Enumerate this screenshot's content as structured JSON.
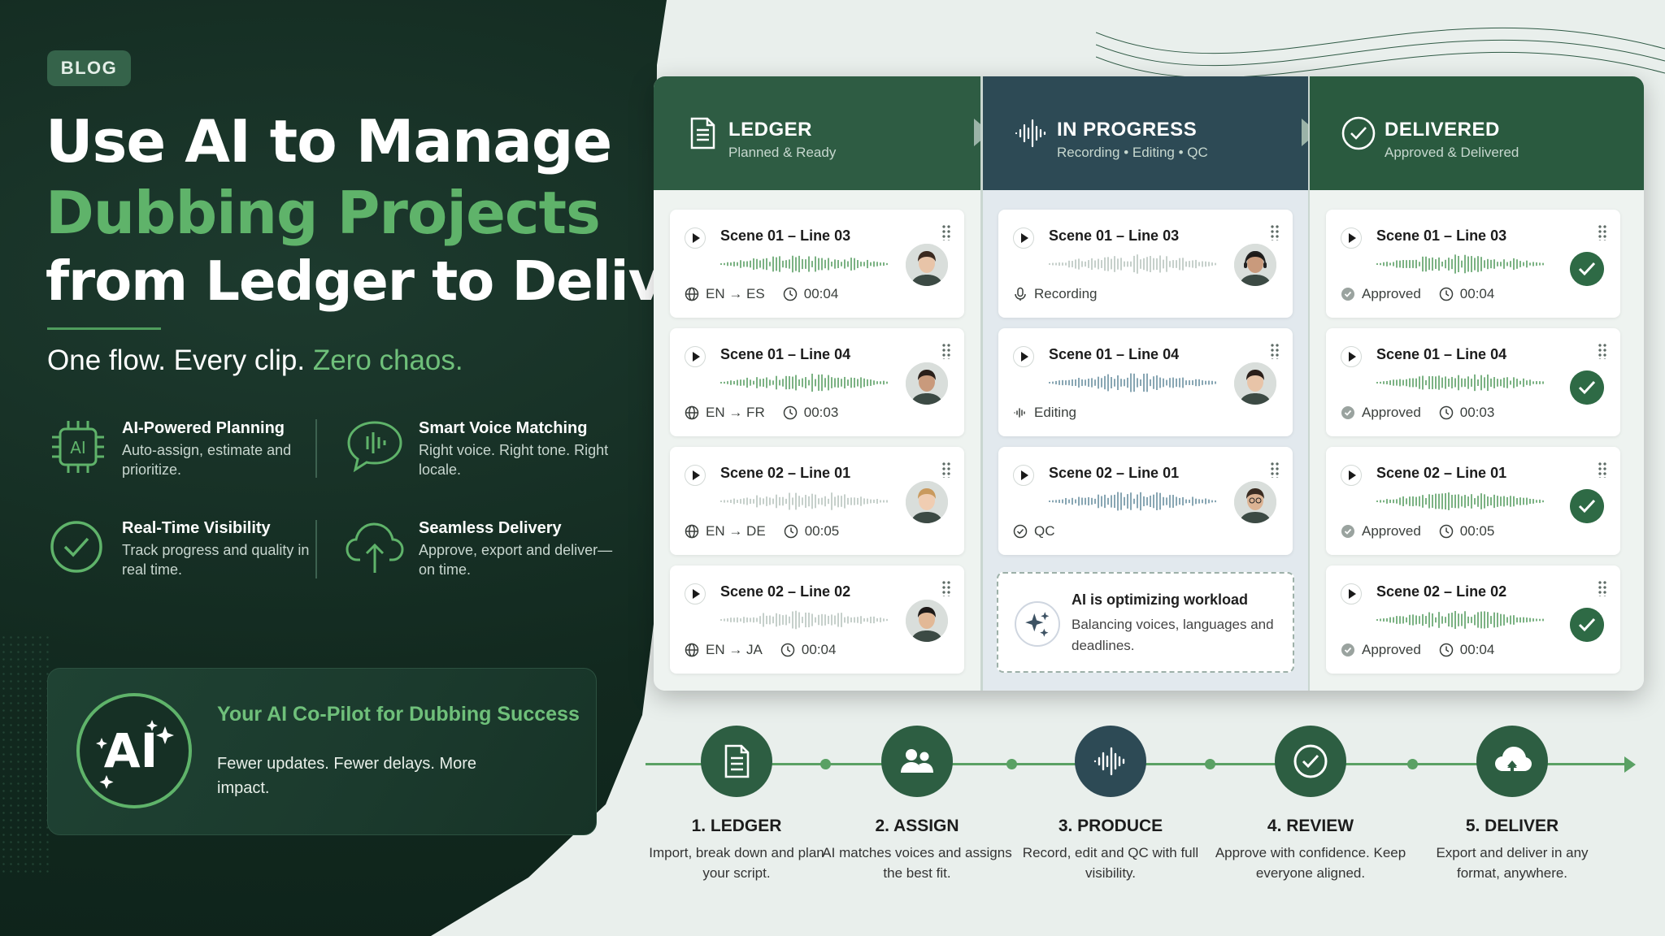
{
  "badge": "BLOG",
  "headline": {
    "line1": "Use AI to Manage",
    "line2": "Dubbing Projects",
    "line3": "from Ledger to Delivery"
  },
  "tagline": {
    "main": "One flow. Every clip.",
    "accent": "Zero chaos."
  },
  "features": [
    {
      "title": "AI-Powered Planning",
      "desc": "Auto-assign, estimate and prioritize.",
      "icon": "ai-chip-icon"
    },
    {
      "title": "Smart Voice Matching",
      "desc": "Right voice. Right tone. Right locale.",
      "icon": "voice-bubble-icon"
    },
    {
      "title": "Real-Time Visibility",
      "desc": "Track progress and quality in real time.",
      "icon": "check-circle-icon"
    },
    {
      "title": "Seamless Delivery",
      "desc": "Approve, export and deliver—on time.",
      "icon": "cloud-upload-icon"
    }
  ],
  "copilot": {
    "logo_text": "AI",
    "title": "Your AI Co-Pilot for Dubbing Success",
    "desc": "Fewer updates. Fewer delays. More impact."
  },
  "board": {
    "columns": [
      {
        "name": "LEDGER",
        "sub": "Planned & Ready",
        "icon": "document-icon",
        "cards": [
          {
            "title": "Scene 01 – Line 03",
            "lang": "EN → ES",
            "time": "00:04"
          },
          {
            "title": "Scene 01 – Line 04",
            "lang": "EN → FR",
            "time": "00:03"
          },
          {
            "title": "Scene 02 – Line 01",
            "lang": "EN → DE",
            "time": "00:05"
          },
          {
            "title": "Scene 02 – Line 02",
            "lang": "EN → JA",
            "time": "00:04"
          }
        ]
      },
      {
        "name": "IN PROGRESS",
        "sub": "Recording • Editing • QC",
        "icon": "waveform-icon",
        "cards": [
          {
            "title": "Scene 01 – Line 03",
            "status": "Recording"
          },
          {
            "title": "Scene 01 – Line 04",
            "status": "Editing"
          },
          {
            "title": "Scene 02 – Line 01",
            "status": "QC"
          }
        ],
        "ai_note": {
          "title": "AI is optimizing workload",
          "desc": "Balancing voices, languages and deadlines."
        }
      },
      {
        "name": "DELIVERED",
        "sub": "Approved & Delivered",
        "icon": "check-circle-icon",
        "cards": [
          {
            "title": "Scene 01 – Line 03",
            "status": "Approved",
            "time": "00:04"
          },
          {
            "title": "Scene 01 – Line 04",
            "status": "Approved",
            "time": "00:03"
          },
          {
            "title": "Scene 02 – Line 01",
            "status": "Approved",
            "time": "00:05"
          },
          {
            "title": "Scene 02 – Line 02",
            "status": "Approved",
            "time": "00:04"
          }
        ]
      }
    ]
  },
  "steps": [
    {
      "name": "1. LEDGER",
      "desc": "Import, break down and plan your script.",
      "icon": "document-icon"
    },
    {
      "name": "2. ASSIGN",
      "desc": "AI matches voices and assigns the best fit.",
      "icon": "users-icon"
    },
    {
      "name": "3. PRODUCE",
      "desc": "Record, edit and QC with full visibility.",
      "icon": "waveform-icon"
    },
    {
      "name": "4. REVIEW",
      "desc": "Approve with confidence. Keep everyone aligned.",
      "icon": "check-circle-icon"
    },
    {
      "name": "5. DELIVER",
      "desc": "Export and deliver in any format, anywhere.",
      "icon": "cloud-upload-icon"
    }
  ],
  "colors": {
    "accent_green": "#5fb36a",
    "dark_green": "#2e5c43",
    "slate": "#2d4a55",
    "background": "#0f2820"
  }
}
